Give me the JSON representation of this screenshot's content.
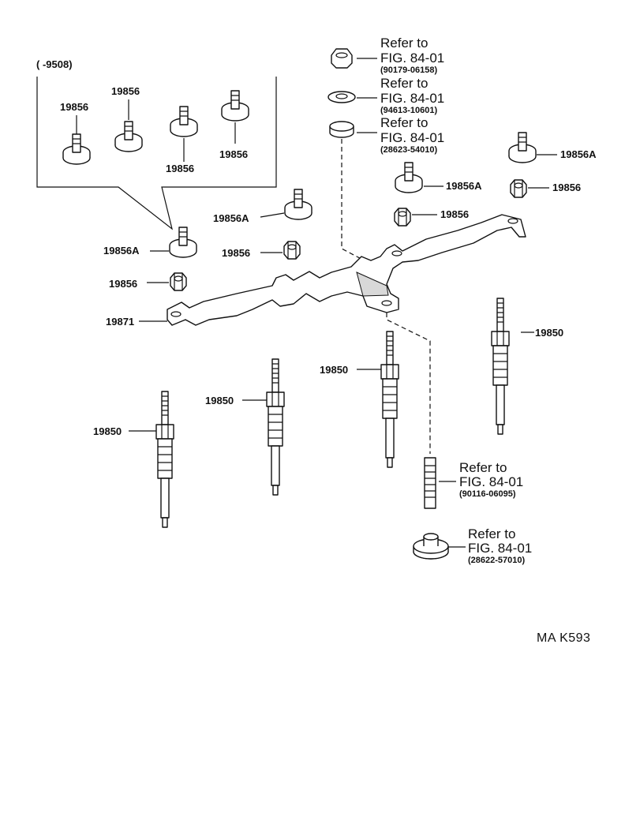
{
  "inset": {
    "date_range_label": "(     -9508)",
    "callouts": [
      "19856",
      "19856",
      "19856",
      "19856"
    ]
  },
  "callouts": {
    "bracket": "19871",
    "glow_plugs": [
      "19850",
      "19850",
      "19850",
      "19850"
    ],
    "nuts": [
      "19856",
      "19856",
      "19856",
      "19856"
    ],
    "studs": [
      "19856A",
      "19856A",
      "19856A",
      "19856A"
    ]
  },
  "references": [
    {
      "line1": "Refer to",
      "line2": "FIG. 84-01",
      "part_no": "(90179-06158)"
    },
    {
      "line1": "Refer to",
      "line2": "FIG. 84-01",
      "part_no": "(94613-10601)"
    },
    {
      "line1": "Refer to",
      "line2": "FIG. 84-01",
      "part_no": "(28623-54010)"
    },
    {
      "line1": "Refer to",
      "line2": "FIG. 84-01",
      "part_no": "(90116-06095)"
    },
    {
      "line1": "Refer to",
      "line2": "FIG. 84-01",
      "part_no": "(28622-57010)"
    }
  ],
  "figure_code": "MA  K593"
}
